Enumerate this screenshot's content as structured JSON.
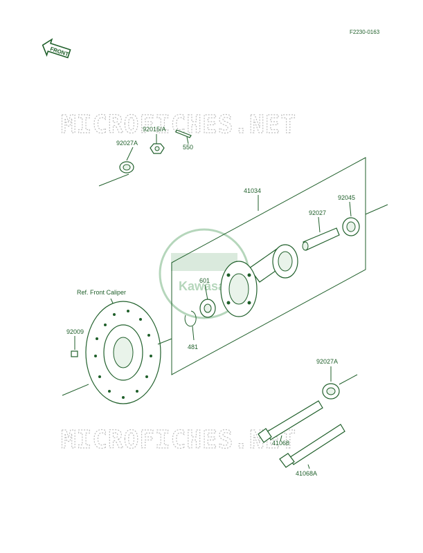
{
  "diagram": {
    "code": "F2230-0163",
    "front_tag": "FRONT",
    "watermark": "MICROFICHES.NET",
    "logo_text": "Kawasaki",
    "reference_label": "Ref. Front Caliper",
    "parts": {
      "p92015A": "92015/A",
      "p550": "550",
      "p92027A_top": "92027A",
      "p41034": "41034",
      "p92027": "92027",
      "p92045": "92045",
      "p601": "601",
      "p481": "481",
      "p92009": "92009",
      "p92027A_bottom": "92027A",
      "p41068": "41068",
      "p41068A": "41068A"
    },
    "colors": {
      "ink": "#1f5f2a",
      "watermark": "#bdbdbd"
    }
  }
}
